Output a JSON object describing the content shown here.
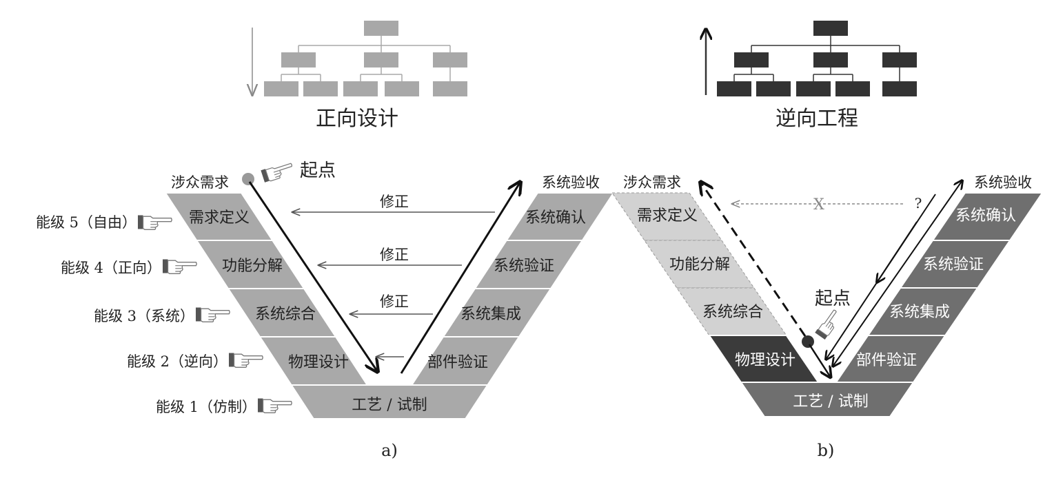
{
  "top": {
    "forward_label": "正向设计",
    "reverse_label": "逆向工程"
  },
  "a": {
    "stakeholder": "涉众需求",
    "start": "起点",
    "acceptance": "系统验收",
    "left": [
      "需求定义",
      "功能分解",
      "系统综合",
      "物理设计"
    ],
    "right": [
      "系统确认",
      "系统验证",
      "系统集成",
      "部件验证"
    ],
    "bottom": "工艺 / 试制",
    "correction": "修正",
    "levels": [
      "能级 5（自由）",
      "能级 4（正向）",
      "能级 3（系统）",
      "能级 2（逆向）",
      "能级 1（仿制）"
    ],
    "caption": "a)"
  },
  "b": {
    "stakeholder": "涉众需求",
    "start": "起点",
    "acceptance": "系统验收",
    "question": "?",
    "cross": "X",
    "left": [
      "需求定义",
      "功能分解",
      "系统综合",
      "物理设计"
    ],
    "right": [
      "系统确认",
      "系统验证",
      "系统集成",
      "部件验证"
    ],
    "bottom": "工艺 / 试制",
    "caption": "b)"
  },
  "colors": {
    "light": "#a9a9a9",
    "pale": "#d2d2d2",
    "dark": "#3b3b3b",
    "mid": "#6f6f6f"
  }
}
